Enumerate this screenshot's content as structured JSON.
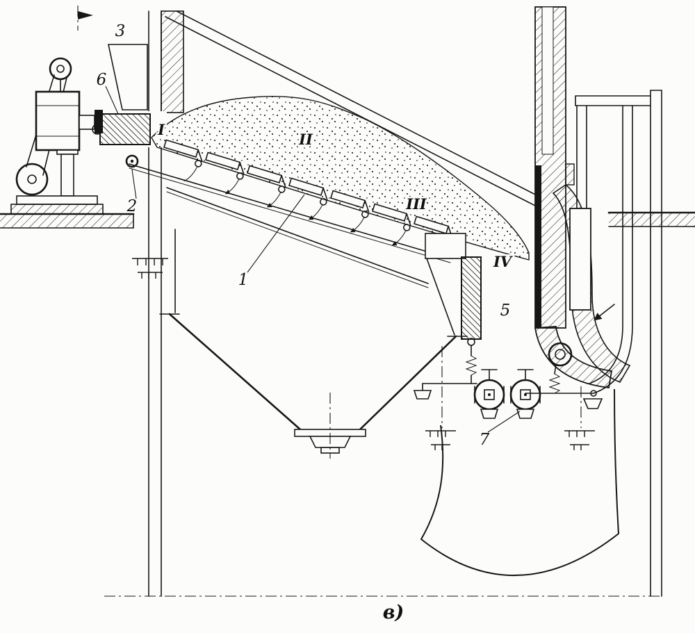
{
  "figure": {
    "caption": "в)",
    "part_labels": {
      "n1": "1",
      "n2": "2",
      "n3": "3",
      "n5": "5",
      "n6": "6",
      "n7": "7"
    },
    "zone_labels": {
      "z1": "I",
      "z2": "II",
      "z3": "III",
      "z4": "IV"
    },
    "colors": {
      "ink": "#161616",
      "paper": "#fcfcfa"
    }
  }
}
